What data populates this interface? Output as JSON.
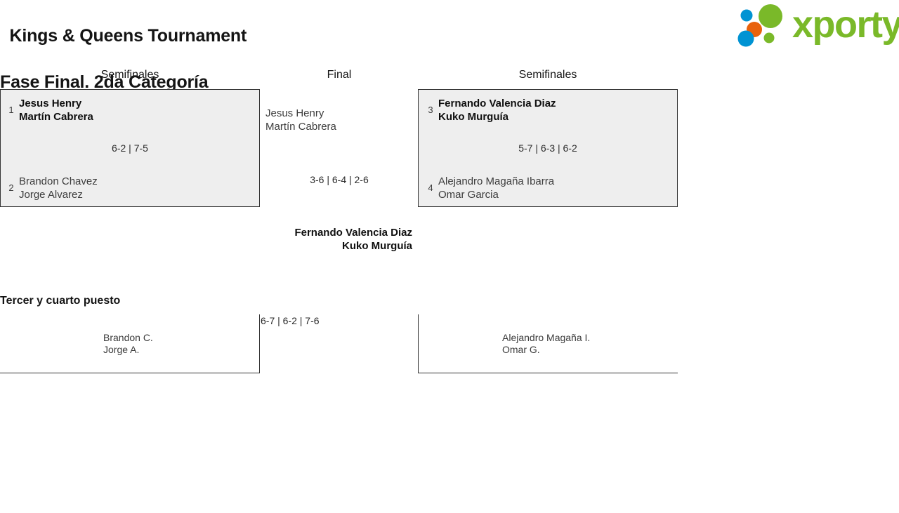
{
  "header": {
    "title_line1": "Kings & Queens Tournament",
    "title_line2": "Fase Final. 2da Categoría",
    "brand": "xporty",
    "brand_colors": {
      "green": "#7AB929",
      "blue": "#0093D3",
      "orange": "#E8620C"
    }
  },
  "rounds": {
    "semifinal_left_label": "Semifinales",
    "final_label": "Final",
    "semifinal_right_label": "Semifinales"
  },
  "matches": {
    "semifinal_left": {
      "team_top": {
        "seed": "1",
        "names": "Jesus Henry\nMartín Cabrera",
        "winner": true
      },
      "team_bottom": {
        "seed": "2",
        "names": "Brandon Chavez\nJorge Alvarez",
        "winner": false
      },
      "score": "6-2 | 7-5"
    },
    "semifinal_right": {
      "team_top": {
        "seed": "3",
        "names": "Fernando Valencia Diaz\nKuko Murguía",
        "winner": true
      },
      "team_bottom": {
        "seed": "4",
        "names": "Alejandro Magaña Ibarra\nOmar Garcia",
        "winner": false
      },
      "score": "5-7 | 6-3 | 6-2"
    },
    "final": {
      "team_top": {
        "names": "Jesus Henry\nMartín Cabrera",
        "winner": false
      },
      "team_bottom": {
        "names": "Fernando Valencia Diaz\nKuko Murguía",
        "winner": true
      },
      "score": "3-6 | 6-4 | 2-6"
    }
  },
  "third_place": {
    "title": "Tercer y cuarto puesto",
    "team_left": "Brandon C.\nJorge A.",
    "team_right": "Alejandro Magaña I.\nOmar G.",
    "score": "6-7 | 6-2 | 7-6"
  }
}
